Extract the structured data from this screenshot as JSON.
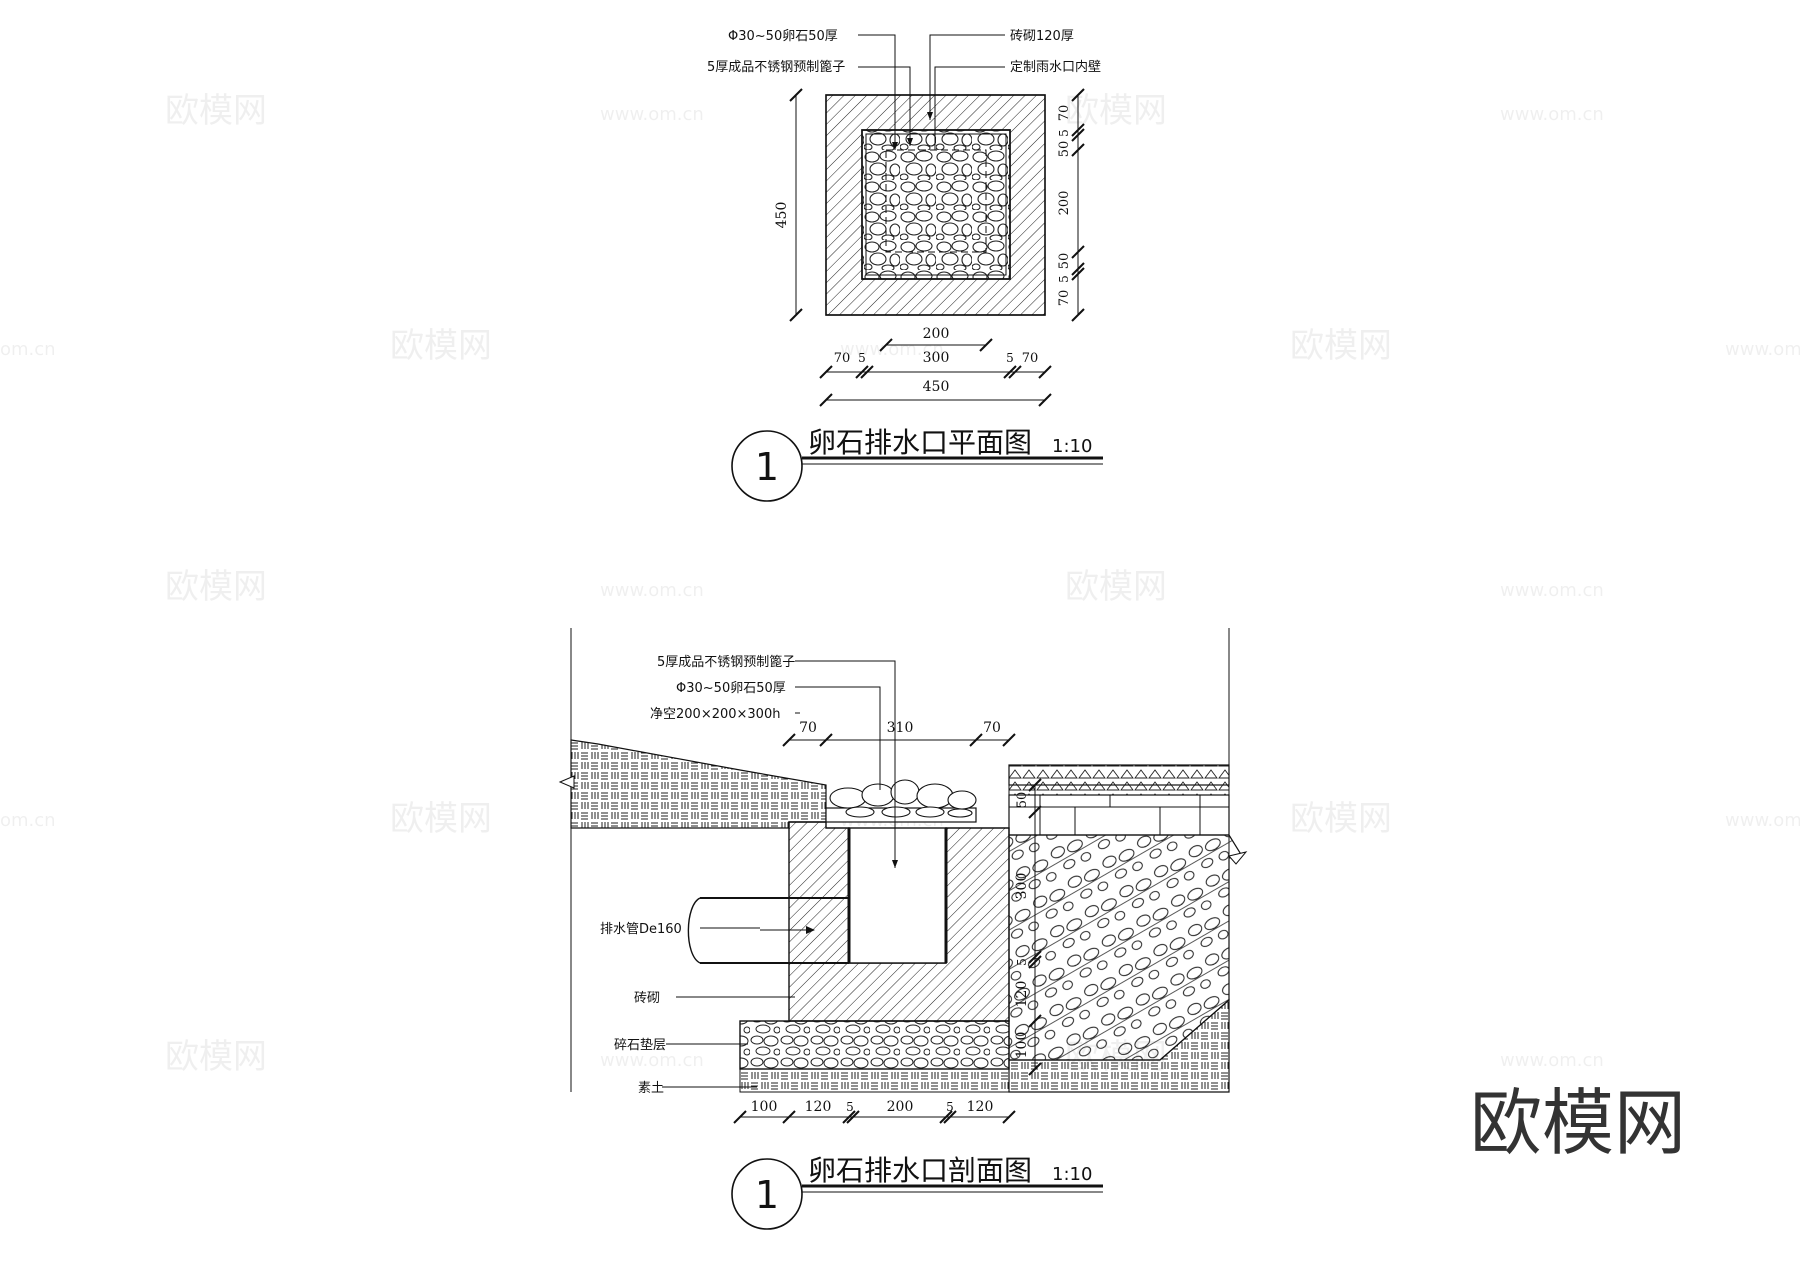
{
  "watermark": {
    "brand": "欧模网",
    "url": "www.om.cn",
    "url_partial": "om.cn"
  },
  "plan": {
    "title": "卵石排水口平面图",
    "scale": "1:10",
    "number": "1",
    "labels": {
      "pebble": "Φ30~50卵石50厚",
      "cage": "5厚成品不锈钢预制篦子",
      "brick": "砖砌120厚",
      "inner_wall": "定制雨水口内壁"
    },
    "dims": {
      "left_total": "450",
      "right": [
        "70",
        "5",
        "50",
        "200",
        "50",
        "5",
        "70"
      ],
      "bottom_200": "200",
      "bottom_mid": [
        "70",
        "5",
        "300",
        "5",
        "70"
      ],
      "bottom_total": "450"
    }
  },
  "section": {
    "title": "卵石排水口剖面图",
    "scale": "1:10",
    "number": "1",
    "labels": {
      "cage": "5厚成品不锈钢预制篦子",
      "pebble": "Φ30~50卵石50厚",
      "clear": "净空200×200×300h",
      "pipe": "排水管De160",
      "brick": "砖砌",
      "gravel": "碎石垫层",
      "soil": "素土"
    },
    "dims": {
      "top": [
        "70",
        "310",
        "70"
      ],
      "right": [
        "50",
        "300",
        "5",
        "120",
        "100"
      ],
      "bottom": [
        "100",
        "120",
        "5",
        "200",
        "5",
        "120"
      ]
    }
  }
}
